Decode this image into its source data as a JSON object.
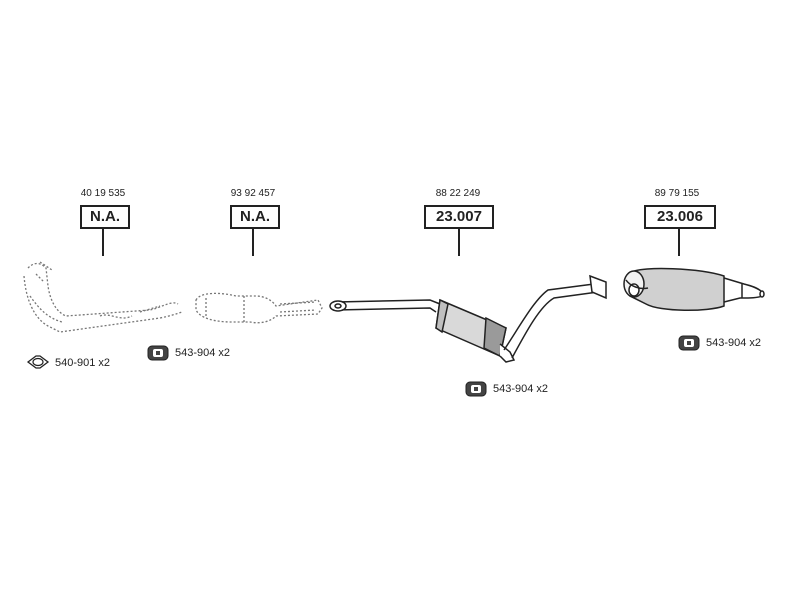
{
  "parts": [
    {
      "ref": "40 19 535",
      "code": "N.A."
    },
    {
      "ref": "93 92 457",
      "code": "N.A."
    },
    {
      "ref": "88 22 249",
      "code": "23.007"
    },
    {
      "ref": "89 79 155",
      "code": "23.006"
    }
  ],
  "hardware": [
    {
      "label": "540-901 x2",
      "icon": "gasket-ring-icon"
    },
    {
      "label": "543-904 x2",
      "icon": "rubber-hanger-icon"
    },
    {
      "label": "543-904 x2",
      "icon": "rubber-hanger-icon"
    },
    {
      "label": "543-904 x2",
      "icon": "rubber-hanger-icon"
    }
  ],
  "colors": {
    "line": "#222222",
    "muffler_fill": "#d9d9d9",
    "dotted": "#777777"
  }
}
